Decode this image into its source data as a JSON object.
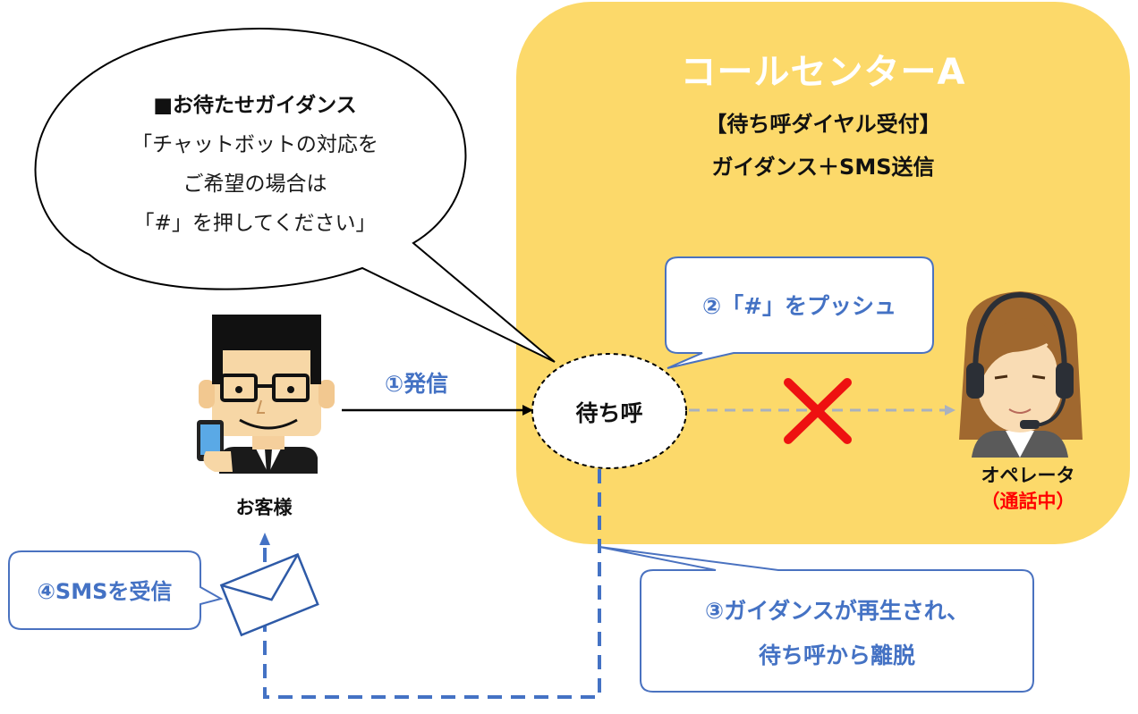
{
  "call_center": {
    "title": "コールセンターA",
    "subtitle1": "【待ち呼ダイヤル受付】",
    "subtitle2": "ガイダンス＋SMS送信"
  },
  "guidance_bubble": {
    "heading": "■お待たせガイダンス",
    "line1": "「チャットボットの対応を",
    "line2": "ご希望の場合は",
    "line3": "「#」を押してください」"
  },
  "customer": {
    "label": "お客様"
  },
  "waiting_call": {
    "label": "待ち呼"
  },
  "operator": {
    "label": "オペレータ",
    "status": "（通話中）"
  },
  "steps": {
    "step1": "①発信",
    "step2": "②「#」をプッシュ",
    "step3_line1": "③ガイダンスが再生され、",
    "step3_line2": "待ち呼から離脱",
    "step4": "④SMSを受信"
  },
  "colors": {
    "panel": "#fcd96a",
    "accent_blue": "#4472c4",
    "callout_border": "#4a72c0",
    "cross_red": "#ee1111",
    "status_red": "#ff0000"
  }
}
